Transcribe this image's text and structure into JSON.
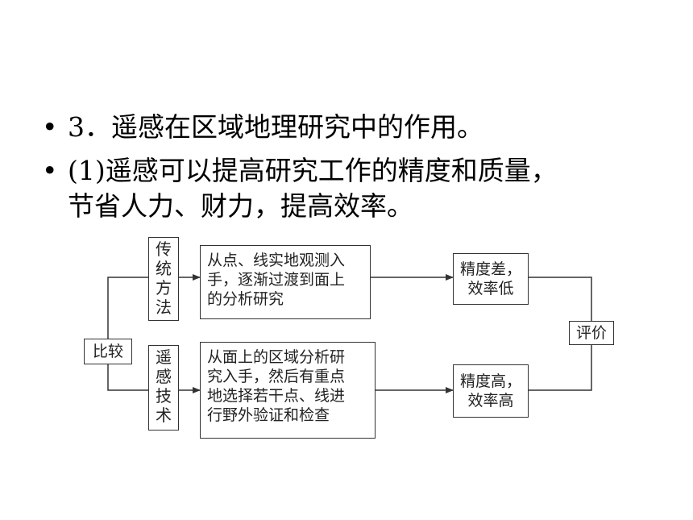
{
  "bullets": [
    {
      "dot": "•",
      "lines": [
        "3．遥感在区域地理研究中的作用。"
      ]
    },
    {
      "dot": "•",
      "lines": [
        "(1)遥感可以提高研究工作的精度和质量，",
        "节省人力、财力，提高效率。"
      ]
    }
  ],
  "diagram": {
    "compare": "比较",
    "traditional": {
      "label": [
        "传",
        "统",
        "方",
        "法"
      ],
      "description": "从点、线实地观测入\n手，逐渐过渡到面上\n的分析研究",
      "result": "精度差，\n效率低"
    },
    "remote": {
      "label": [
        "遥",
        "感",
        "技",
        "术"
      ],
      "description": "从面上的区域分析研\n究入手，然后有重点\n地选择若干点、线进\n行野外验证和检查",
      "result": "精度高，\n效率高"
    },
    "evaluation": "评价"
  }
}
